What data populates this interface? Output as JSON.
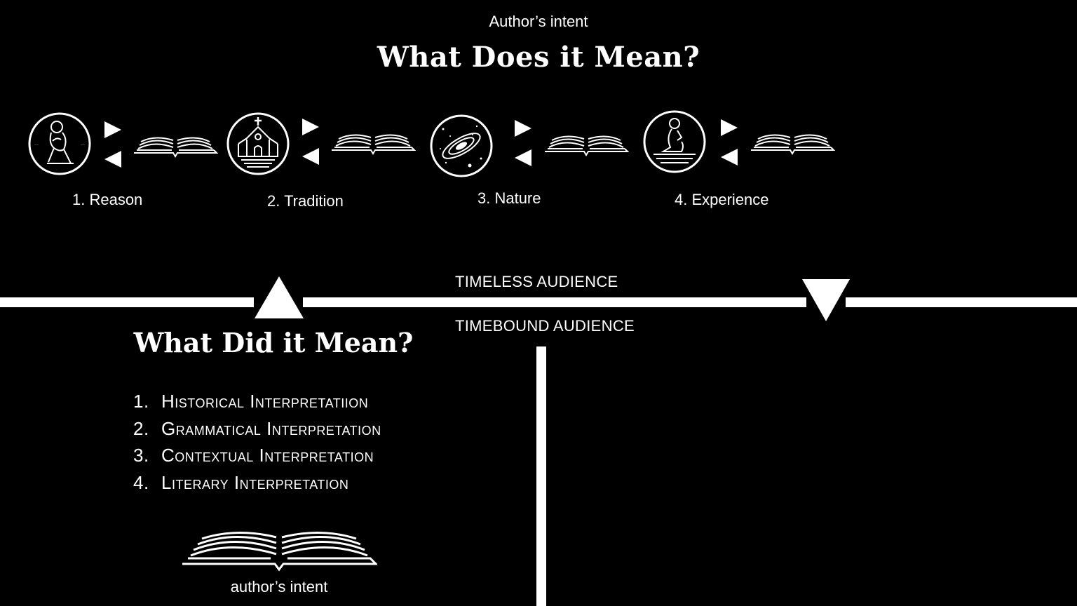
{
  "header": {
    "subtitle": "Author’s intent",
    "title": "What Does it Mean?"
  },
  "sources": [
    {
      "label": "1. Reason",
      "icon": "thinker-statue-icon"
    },
    {
      "label": "2. Tradition",
      "icon": "church-icon"
    },
    {
      "label": "3.  Nature",
      "icon": "galaxy-icon"
    },
    {
      "label": "4. Experience",
      "icon": "praying-person-icon"
    }
  ],
  "audience": {
    "timeless": "TIMELESS AUDIENCE",
    "timebound": "TIMEBOUND AUDIENCE"
  },
  "past": {
    "title": "What Did it Mean?",
    "methods": [
      {
        "num": "1.",
        "label": "Historical Interpretatiion"
      },
      {
        "num": "2.",
        "label": "Grammatical Interpretation"
      },
      {
        "num": "3.",
        "label": "Contextual Interpretation"
      },
      {
        "num": "4.",
        "label": "Literary Interpretation"
      }
    ],
    "footer": "author’s intent"
  },
  "colors": {
    "background": "#000000",
    "foreground": "#ffffff"
  }
}
